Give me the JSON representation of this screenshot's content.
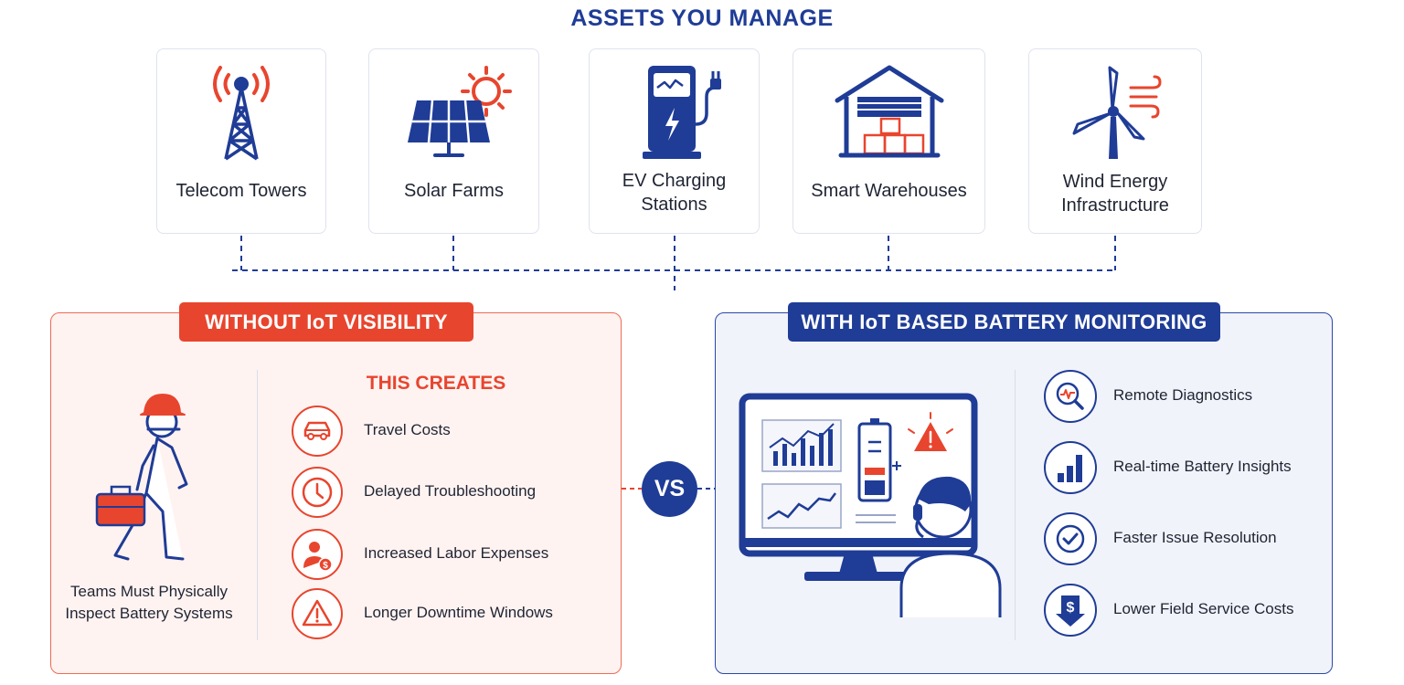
{
  "header": {
    "title": "ASSETS YOU MANAGE"
  },
  "assets": [
    {
      "icon": "telecom-tower-icon",
      "label": "Telecom Towers"
    },
    {
      "icon": "solar-panel-icon",
      "label": "Solar Farms"
    },
    {
      "icon": "ev-charger-icon",
      "label": "EV Charging\nStations"
    },
    {
      "icon": "warehouse-icon",
      "label": "Smart Warehouses"
    },
    {
      "icon": "wind-turbine-icon",
      "label": "Wind Energy\nInfrastructure"
    }
  ],
  "without": {
    "badge": "WITHOUT IoT VISIBILITY",
    "caption": "Teams Must Physically\nInspect Battery Systems",
    "creates_title": "THIS CREATES",
    "items": [
      {
        "icon": "car-icon",
        "label": "Travel Costs"
      },
      {
        "icon": "clock-icon",
        "label": "Delayed Troubleshooting"
      },
      {
        "icon": "worker-cost-icon",
        "label": "Increased Labor Expenses"
      },
      {
        "icon": "warning-icon",
        "label": "Longer Downtime Windows"
      }
    ]
  },
  "vs": "VS",
  "with": {
    "badge": "WITH IoT BASED BATTERY MONITORING",
    "items": [
      {
        "icon": "search-diagnostics-icon",
        "label": "Remote Diagnostics"
      },
      {
        "icon": "bar-chart-icon",
        "label": "Real-time Battery Insights"
      },
      {
        "icon": "check-circle-icon",
        "label": "Faster Issue Resolution"
      },
      {
        "icon": "dollar-down-icon",
        "label": "Lower Field Service Costs"
      }
    ]
  },
  "colors": {
    "navy": "#1f3c96",
    "red": "#e8452e",
    "red_light": "#fff3f1",
    "blue_light": "#f1f3fa"
  }
}
